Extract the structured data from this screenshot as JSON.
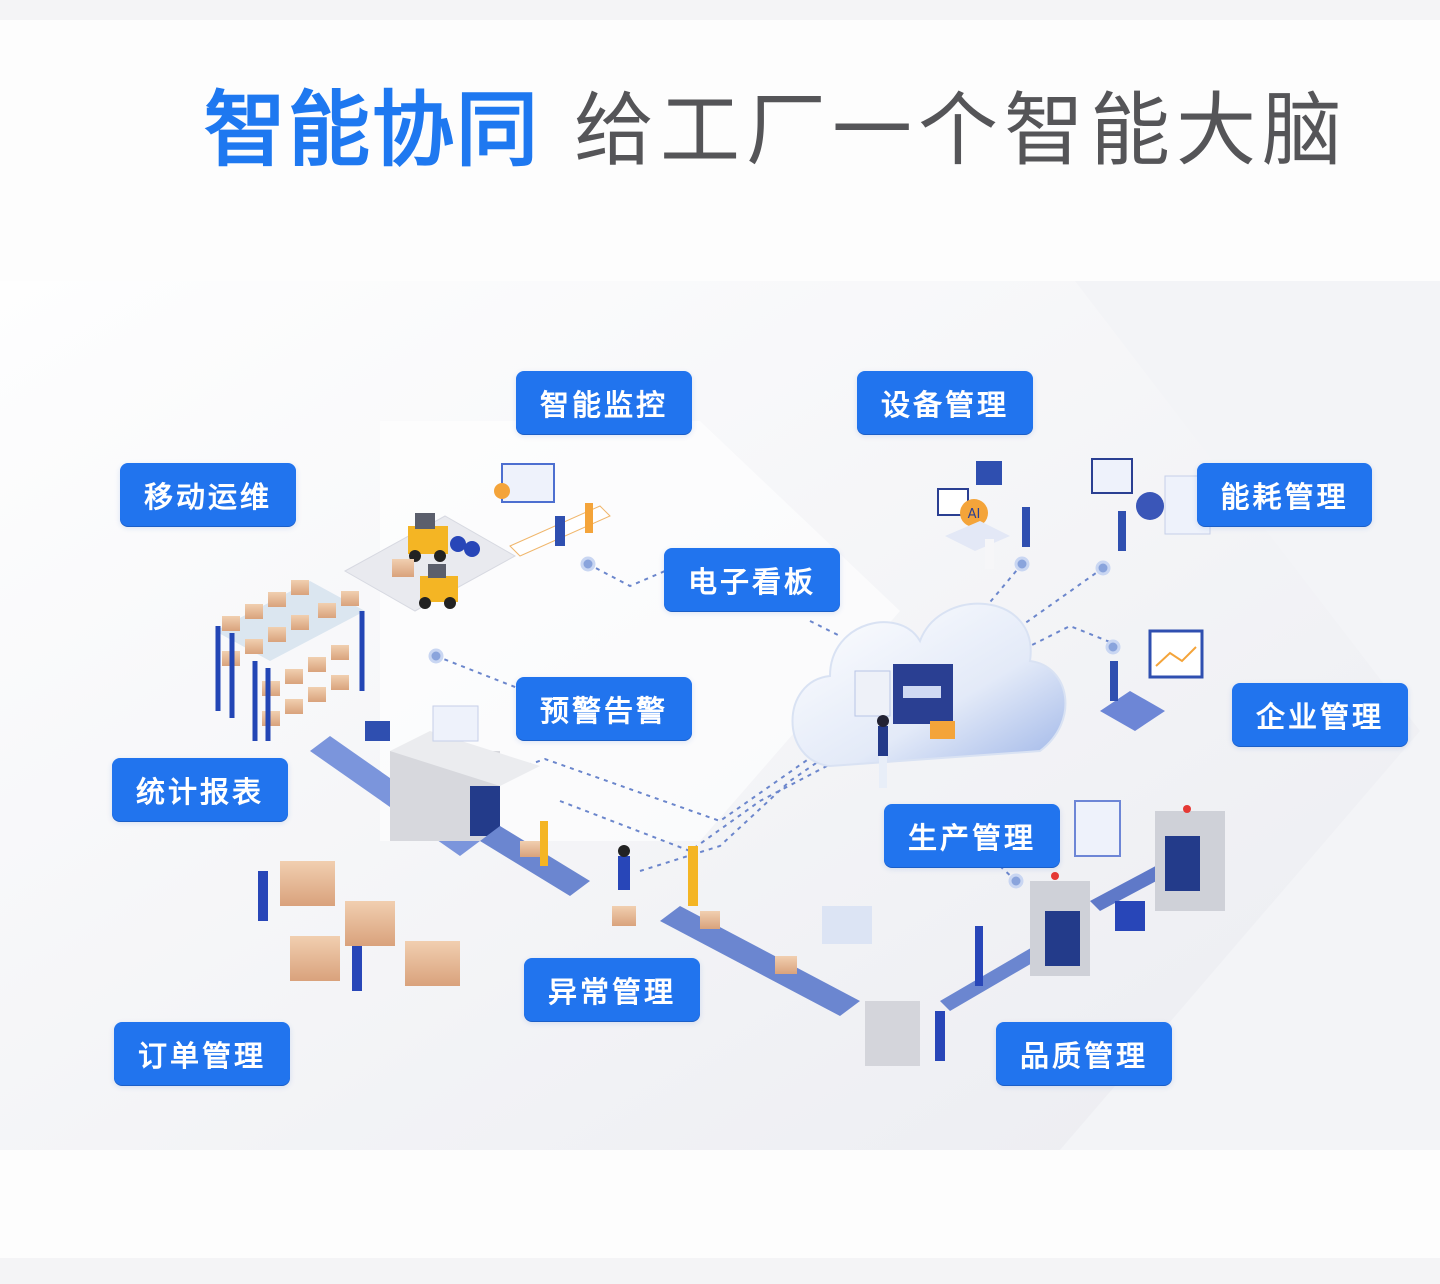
{
  "header": {
    "title_highlight": "智能协同",
    "title_rest": "给工厂一个智能大脑"
  },
  "colors": {
    "accent_blue": "#1e78f0",
    "label_blue": "#2174ee",
    "subtitle_gray": "#555558",
    "panel_bg": "#f3f4f7",
    "connector": "#6b86cc"
  },
  "diagram": {
    "center": "cloud-platform",
    "labels": [
      {
        "id": "monitoring",
        "text": "智能监控"
      },
      {
        "id": "equipment",
        "text": "设备管理"
      },
      {
        "id": "mobile-ops",
        "text": "移动运维"
      },
      {
        "id": "energy",
        "text": "能耗管理"
      },
      {
        "id": "dashboard",
        "text": "电子看板"
      },
      {
        "id": "warning",
        "text": "预警告警"
      },
      {
        "id": "enterprise",
        "text": "企业管理"
      },
      {
        "id": "statistics",
        "text": "统计报表"
      },
      {
        "id": "production",
        "text": "生产管理"
      },
      {
        "id": "exception",
        "text": "异常管理"
      },
      {
        "id": "order",
        "text": "订单管理"
      },
      {
        "id": "quality",
        "text": "品质管理"
      }
    ],
    "ai_badge": "AI"
  }
}
